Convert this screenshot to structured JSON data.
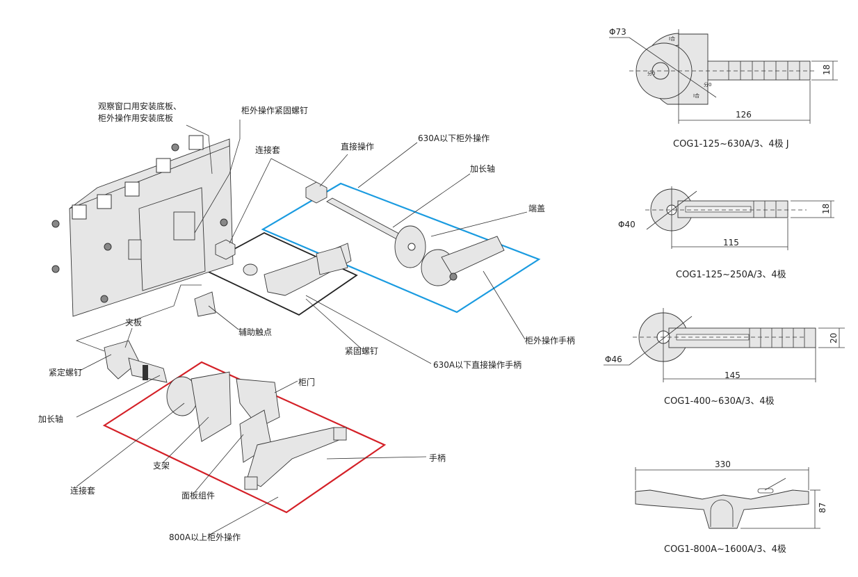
{
  "colors": {
    "blue_frame": "#1a9be0",
    "red_frame": "#d42027",
    "black_frame": "#222222",
    "part_fill": "#e6e6e6"
  },
  "left_labels": {
    "mount_plate_1": "观察窗口用安装底板、",
    "mount_plate_2": "柜外操作用安装底板",
    "outer_fix_screw": "柜外操作紧固螺钉",
    "coupling_top": "连接套",
    "direct_op": "直接操作",
    "outer_op_630": "630A以下柜外操作",
    "ext_shaft_top": "加长轴",
    "end_cap": "端盖",
    "aux_contact": "辅助触点",
    "fix_screw": "紧固螺钉",
    "outer_handle": "柜外操作手柄",
    "direct_handle_630": "630A以下直接操作手柄",
    "clamp": "夹板",
    "set_screw": "紧定螺钉",
    "ext_shaft_bottom": "加长轴",
    "cabinet_door": "柜门",
    "handle": "手柄",
    "bracket": "支架",
    "coupling_bottom": "连接套",
    "panel_assembly": "面板组件",
    "outer_op_800": "800A以上柜外操作"
  },
  "drawings": [
    {
      "dia": "Φ73",
      "length": "126",
      "width": "18",
      "caption": "COG1-125~630A/3、4极 J",
      "marks": [
        "I合",
        "分0",
        "分0",
        "I合"
      ]
    },
    {
      "dia": "Φ40",
      "length": "115",
      "width": "18",
      "caption": "COG1-125~250A/3、4极"
    },
    {
      "dia": "Φ46",
      "length": "145",
      "width": "20",
      "caption": "COG1-400~630A/3、4极"
    },
    {
      "length": "330",
      "width": "87",
      "caption": "COG1-800A~1600A/3、4极"
    }
  ]
}
